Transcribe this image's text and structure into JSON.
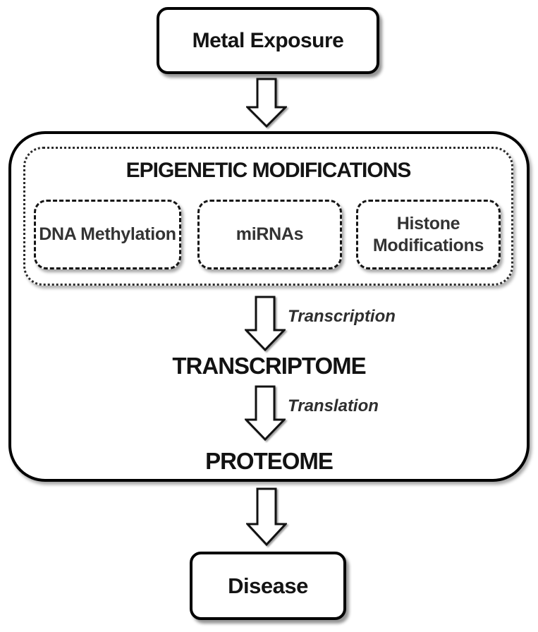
{
  "nodes": {
    "metal_exposure": "Metal Exposure",
    "transcriptome": "TRANSCRIPTOME",
    "proteome": "PROTEOME",
    "disease": "Disease"
  },
  "epigenetics": {
    "title": "EPIGENETIC MODIFICATIONS",
    "items": [
      {
        "label": "DNA Methylation"
      },
      {
        "label": "miRNAs"
      },
      {
        "label": "Histone Modifications"
      }
    ]
  },
  "arrow_labels": {
    "transcription": "Transcription",
    "translation": "Translation"
  },
  "colors": {
    "background": "#ffffff",
    "border": "#000000",
    "text": "#141414",
    "secondary_text": "#333333"
  }
}
